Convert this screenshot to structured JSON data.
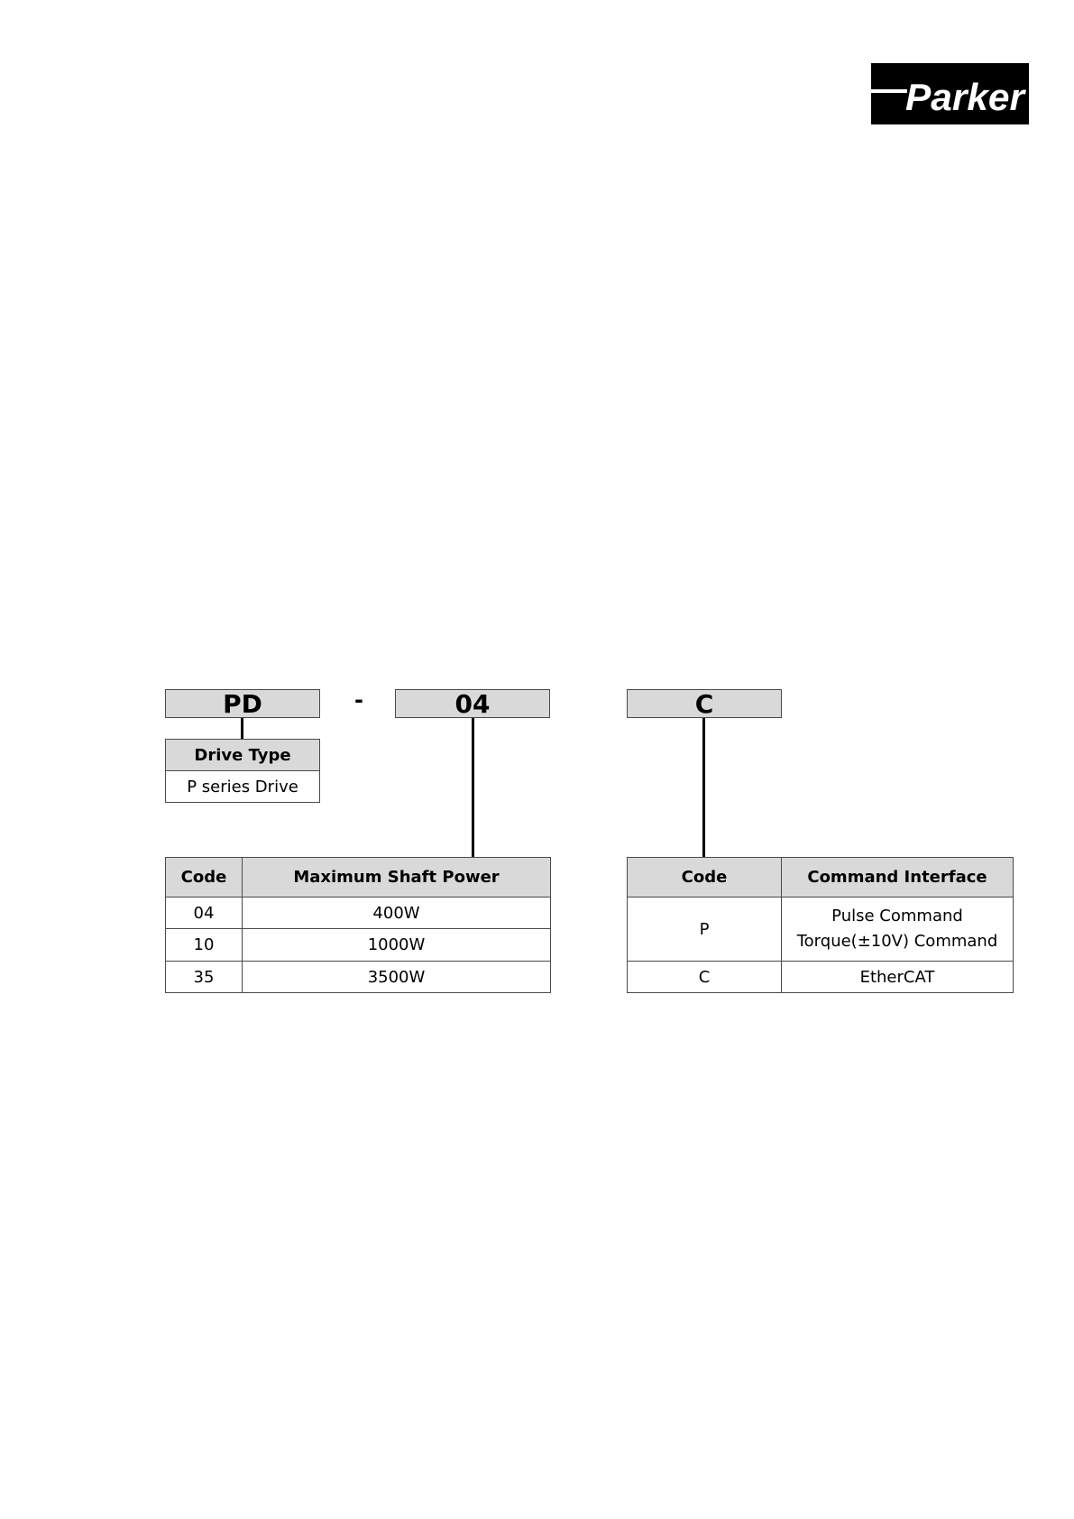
{
  "logo": {
    "text": "Parker",
    "colors": {
      "background": "#000000",
      "foreground": "#ffffff"
    }
  },
  "code": {
    "segments": [
      {
        "id": "drive_type",
        "value": "PD"
      },
      {
        "id": "separator",
        "value": "-"
      },
      {
        "id": "power",
        "value": "04"
      },
      {
        "id": "interface",
        "value": "C"
      }
    ]
  },
  "drive_type_table": {
    "header": "Drive Type",
    "value": "P series Drive"
  },
  "power_table": {
    "headers": [
      "Code",
      "Maximum Shaft Power"
    ],
    "rows": [
      [
        "04",
        "400W"
      ],
      [
        "10",
        "1000W"
      ],
      [
        "35",
        "3500W"
      ]
    ]
  },
  "interface_table": {
    "headers": [
      "Code",
      "Command Interface"
    ],
    "rows": [
      {
        "code": "P",
        "lines": [
          "Pulse Command",
          "Torque(±10V) Command"
        ]
      },
      {
        "code": "C",
        "lines": [
          "EtherCAT"
        ]
      }
    ]
  },
  "colors": {
    "header_fill": "#d9d9d9",
    "border": "#4a4a4a",
    "connector": "#000000"
  }
}
